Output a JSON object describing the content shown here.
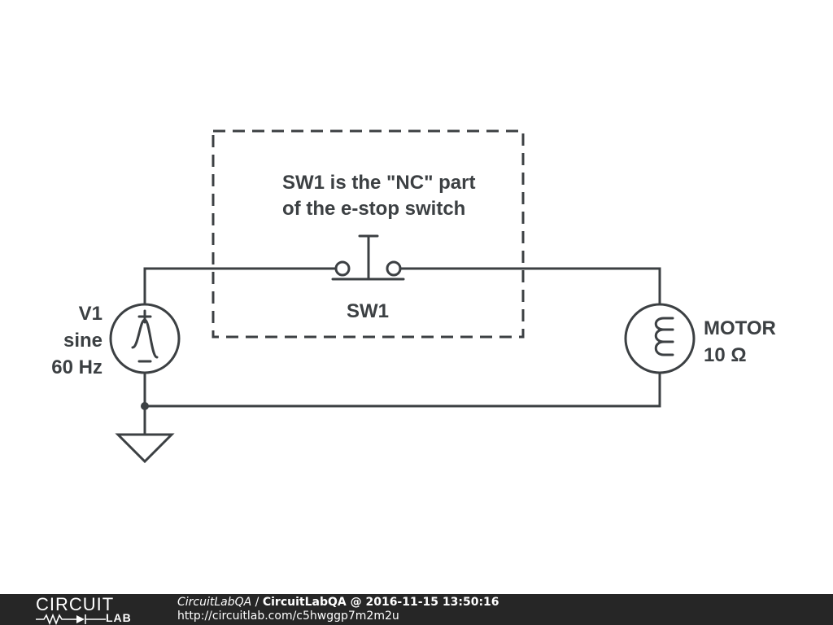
{
  "source": {
    "name": "V1",
    "type": "sine",
    "frequency": "60 Hz"
  },
  "switch": {
    "name": "SW1"
  },
  "note": {
    "line1": "SW1 is the \"NC\" part",
    "line2": "of the e-stop switch"
  },
  "motor": {
    "name": "MOTOR",
    "value": "10 Ω"
  },
  "footer": {
    "logo_top": "CIRCUIT",
    "logo_bottom": "LAB",
    "user": "CircuitLabQA",
    "separator": " / ",
    "project": "CircuitLabQA @ 2016-11-15 13:50:16",
    "url": "http://circuitlab.com/c5hwggp7m2m2u"
  },
  "colors": {
    "ink": "#3c4043",
    "footer_bg": "#262626"
  }
}
